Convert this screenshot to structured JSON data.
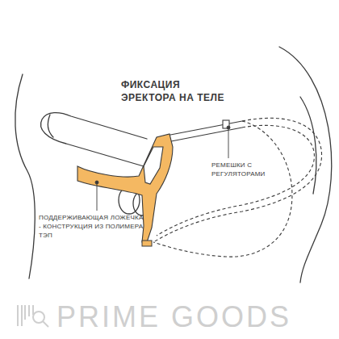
{
  "diagram": {
    "title": "ФИКСАЦИЯ ЭРЕКТОРА НА ТЕЛЕ",
    "labels": [
      "РЕМЕШКИ С РЕГУЛЯТОРАМИ",
      "ПОДДЕРЖИВАЮЩАЯ ЛОЖЕЧКА - КОНСТРУКЦИЯ ИЗ ПОЛИМЕРА ТЭП",
      "PRIME GOODS"
    ]
  }
}
